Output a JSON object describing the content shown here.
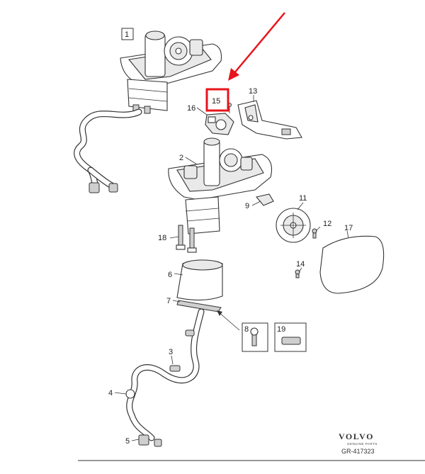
{
  "diagram": {
    "highlight_color": "#e8141b",
    "labels": {
      "p1": "1",
      "p2": "2",
      "p3": "3",
      "p4": "4",
      "p5": "5",
      "p6": "6",
      "p7": "7",
      "p8": "8",
      "p9": "9",
      "p11": "11",
      "p12": "12",
      "p13": "13",
      "p14": "14",
      "p15": "15",
      "p16": "16",
      "p17": "17",
      "p18": "18",
      "p19": "19"
    },
    "brand": "VOLVO",
    "brand_sub": "GENUINE PARTS",
    "reference": "GR-417323"
  }
}
